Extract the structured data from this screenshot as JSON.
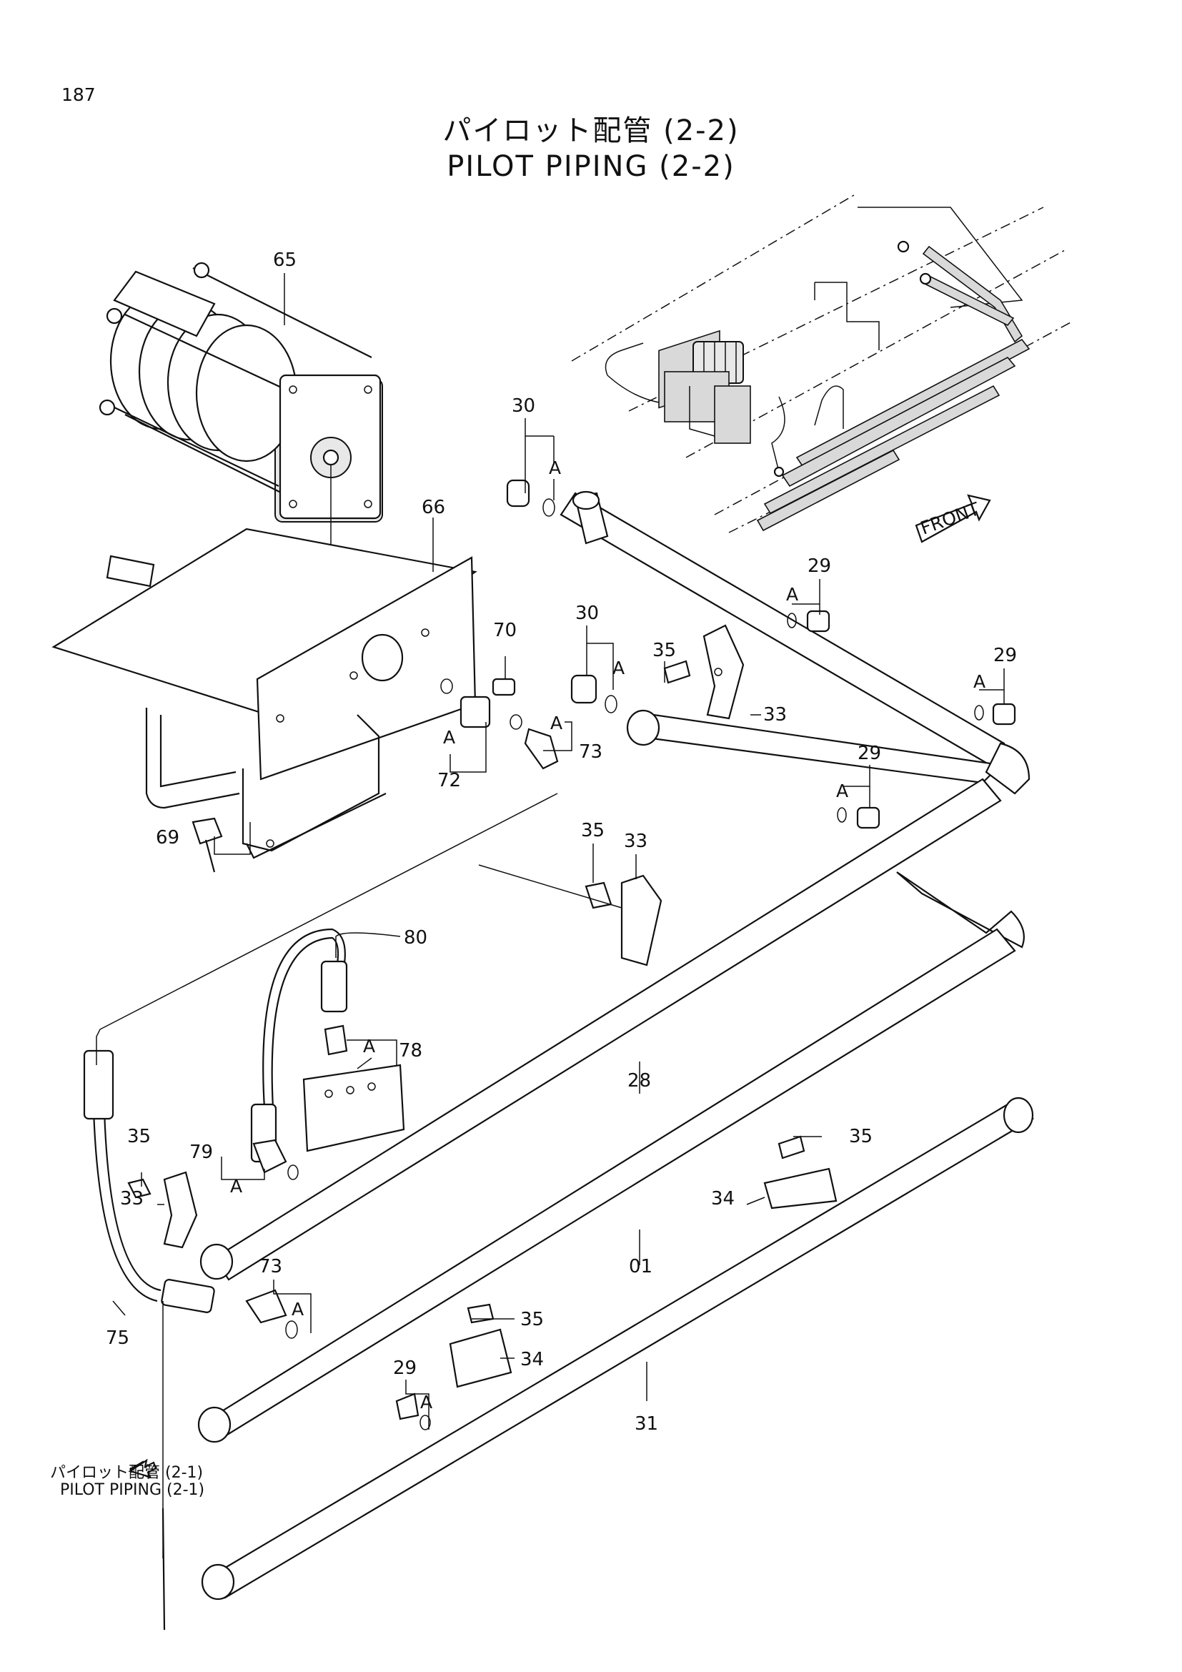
{
  "page_number": "187",
  "title_jp": "パイロット配管 (2-2)",
  "title_en": "PILOT PIPING (2-2)",
  "front_label": "FRONT",
  "reference": {
    "jp": "パイロット配管 (2-1)",
    "en": "PILOT PIPING (2-1)"
  },
  "callouts": [
    {
      "id": "c65",
      "text": "65"
    },
    {
      "id": "c66",
      "text": "66"
    },
    {
      "id": "c30a",
      "text": "30"
    },
    {
      "id": "c30b",
      "text": "30"
    },
    {
      "id": "c70",
      "text": "70"
    },
    {
      "id": "c35a",
      "text": "35"
    },
    {
      "id": "c33a",
      "text": "33"
    },
    {
      "id": "c73a",
      "text": "73"
    },
    {
      "id": "c72",
      "text": "72"
    },
    {
      "id": "c29a",
      "text": "29"
    },
    {
      "id": "c29b",
      "text": "29"
    },
    {
      "id": "c29c",
      "text": "29"
    },
    {
      "id": "c69",
      "text": "69"
    },
    {
      "id": "c35b",
      "text": "35"
    },
    {
      "id": "c33b",
      "text": "33"
    },
    {
      "id": "c80",
      "text": "80"
    },
    {
      "id": "c78",
      "text": "78"
    },
    {
      "id": "c28",
      "text": "28"
    },
    {
      "id": "c35c",
      "text": "35"
    },
    {
      "id": "c79",
      "text": "79"
    },
    {
      "id": "c33c",
      "text": "33"
    },
    {
      "id": "c35d",
      "text": "35"
    },
    {
      "id": "c34a",
      "text": "34"
    },
    {
      "id": "c01",
      "text": "01"
    },
    {
      "id": "c73b",
      "text": "73"
    },
    {
      "id": "c75",
      "text": "75"
    },
    {
      "id": "c35e",
      "text": "35"
    },
    {
      "id": "c34b",
      "text": "34"
    },
    {
      "id": "c29d",
      "text": "29"
    },
    {
      "id": "c31",
      "text": "31"
    }
  ],
  "seal_marker": "A"
}
